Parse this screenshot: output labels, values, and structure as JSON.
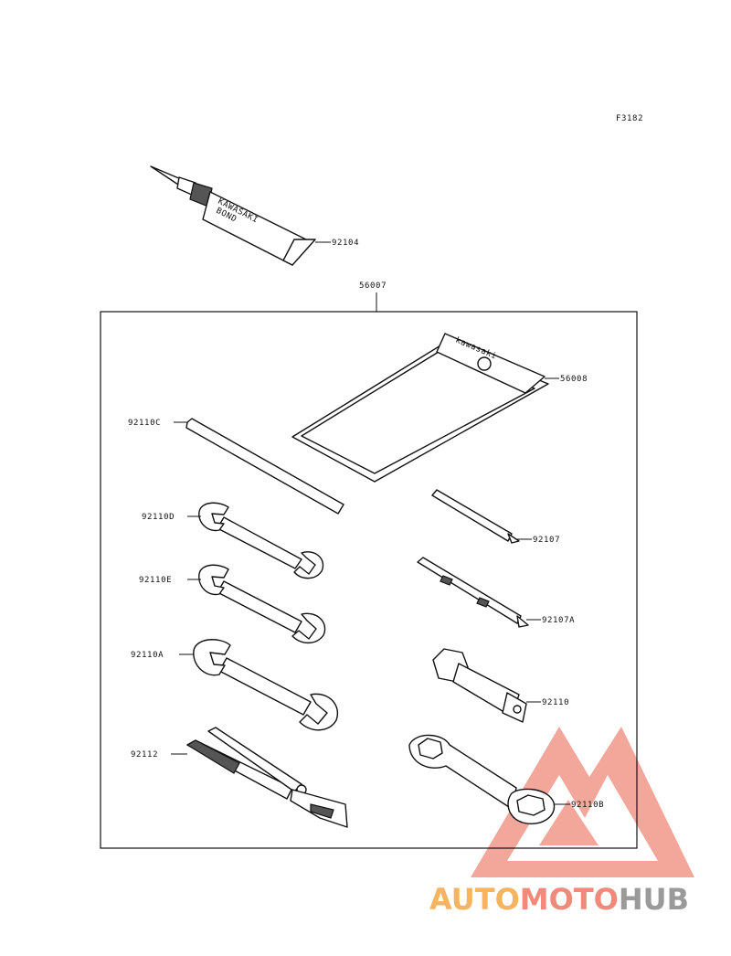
{
  "figure_code": "F3182",
  "labels": {
    "bond_tube": "92104",
    "toolkit": "56007",
    "pouch": "56008",
    "bar": "92110C",
    "wrench_small": "92110D",
    "wrench_medium": "92110E",
    "wrench_large": "92110A",
    "pliers": "92112",
    "screwdriver": "92107",
    "screwdriver_bit": "92107A",
    "socket": "92110",
    "ring_wrench": "92110B"
  },
  "tube_text": {
    "line1": "KAWASAKI",
    "line2": "BOND"
  },
  "pouch_text": "kawasaki",
  "watermark": {
    "part1": "AUTO",
    "part2": "MOTO",
    "part3": "HUB"
  },
  "colors": {
    "watermark_triangle": "#f08a7a",
    "watermark_auto": "#f5b560",
    "watermark_hub": "#9a9a9a"
  }
}
